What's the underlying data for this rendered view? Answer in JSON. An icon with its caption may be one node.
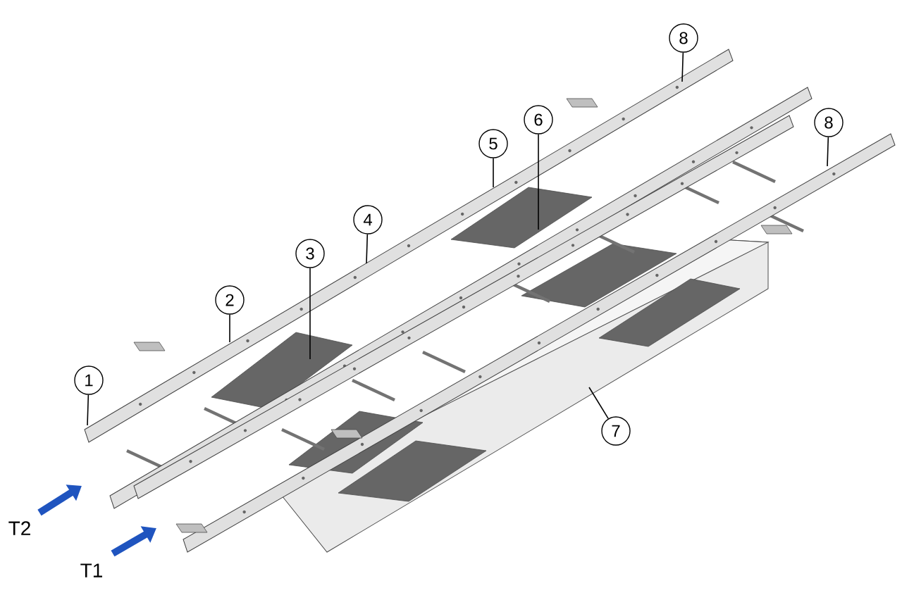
{
  "diagram": {
    "nodes": [
      {
        "text": [
          "1"
        ]
      },
      {
        "text": [
          "2"
        ]
      },
      {
        "text": [
          "3"
        ]
      },
      {
        "text": [
          "4"
        ]
      },
      {
        "text": [
          "5"
        ]
      },
      {
        "text": [
          "6"
        ]
      },
      {
        "text": [
          "7"
        ]
      },
      {
        "text": [
          "8"
        ]
      },
      {
        "text": [
          "8"
        ]
      }
    ],
    "edges": [
      {
        "from": 0,
        "to": null,
        "arrow": "none"
      },
      {
        "from": 1,
        "to": null,
        "arrow": "none"
      },
      {
        "from": 2,
        "to": null,
        "arrow": "none"
      },
      {
        "from": 3,
        "to": null,
        "arrow": "none"
      },
      {
        "from": 4,
        "to": null,
        "arrow": "none"
      },
      {
        "from": 5,
        "to": null,
        "arrow": "none"
      },
      {
        "from": 6,
        "to": null,
        "arrow": "none"
      },
      {
        "from": 7,
        "to": null,
        "arrow": "none"
      },
      {
        "from": 8,
        "to": null,
        "arrow": "none"
      }
    ],
    "labels": [
      "T2",
      "T1"
    ]
  }
}
